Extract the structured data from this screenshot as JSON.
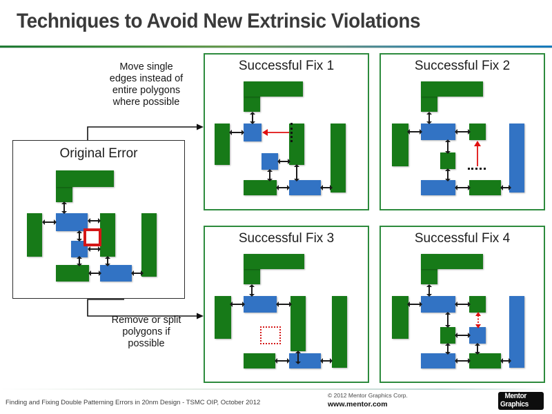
{
  "slide": {
    "title": "Techniques to Avoid New Extrinsic Violations",
    "accent_green": "#177a18",
    "accent_blue": "#3273c4",
    "error_red": "#d41616",
    "frame_green": "#2c8a3c"
  },
  "callouts": {
    "top": "Move single\nedges instead of\nentire polygons\nwhere possible",
    "top_line1": "Move single",
    "top_line2": "edges instead of",
    "top_line3": "entire polygons",
    "top_line4": "where possible",
    "bottom_line1": "Remove or split",
    "bottom_line2": "polygons if",
    "bottom_line3": "possible"
  },
  "panels": [
    {
      "id": "original",
      "title": "Original Error",
      "frame": "black"
    },
    {
      "id": "fix1",
      "title": "Successful Fix 1",
      "frame": "green"
    },
    {
      "id": "fix2",
      "title": "Successful Fix 2",
      "frame": "green"
    },
    {
      "id": "fix3",
      "title": "Successful Fix 3",
      "frame": "green"
    },
    {
      "id": "fix4",
      "title": "Successful Fix 4",
      "frame": "green"
    }
  ],
  "footer": {
    "left": "Finding and Fixing Double Patterning Errors in 20nm Design - TSMC OIP, October 2012",
    "copyright": "© 2012 Mentor Graphics Corp.",
    "url": "www.mentor.com",
    "logo_line1": "Mentor",
    "logo_line2": "Graphics"
  }
}
